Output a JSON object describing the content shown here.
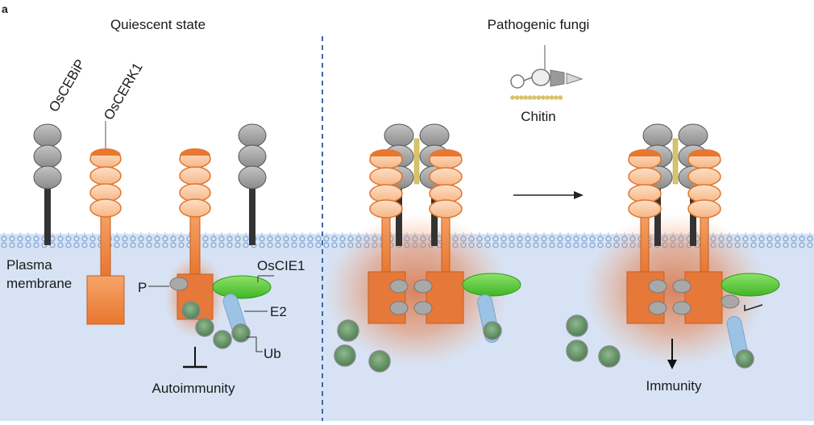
{
  "panel_marker": "a",
  "left_panel": {
    "title": "Quiescent state",
    "receptor_labels": {
      "cebip": "OsCEBiP",
      "cerk1": "OsCERK1"
    },
    "membrane_label_line1": "Plasma",
    "membrane_label_line2": "membrane",
    "phospho_label": "P",
    "cie1_label": "OsCIE1",
    "e2_label": "E2",
    "ub_label": "Ub",
    "outcome": "Autoimmunity"
  },
  "right_panel": {
    "title": "Pathogenic fungi",
    "ligand_label": "Chitin",
    "outcome": "Immunity"
  },
  "colors": {
    "background_cell": "#dbe6f5",
    "receptor_orange": "#f08a46",
    "receptor_orange_light": "#f9c49c",
    "receptor_gray": "#9a9a9a",
    "cie1_green": "#5fcf3e",
    "e2_blue": "#9cc3e4",
    "ub_green": "#6f9c6f",
    "membrane_blue": "#8fb3dc",
    "divider_blue": "#3b6aa8",
    "chitin_yellow": "#d9c36a"
  }
}
